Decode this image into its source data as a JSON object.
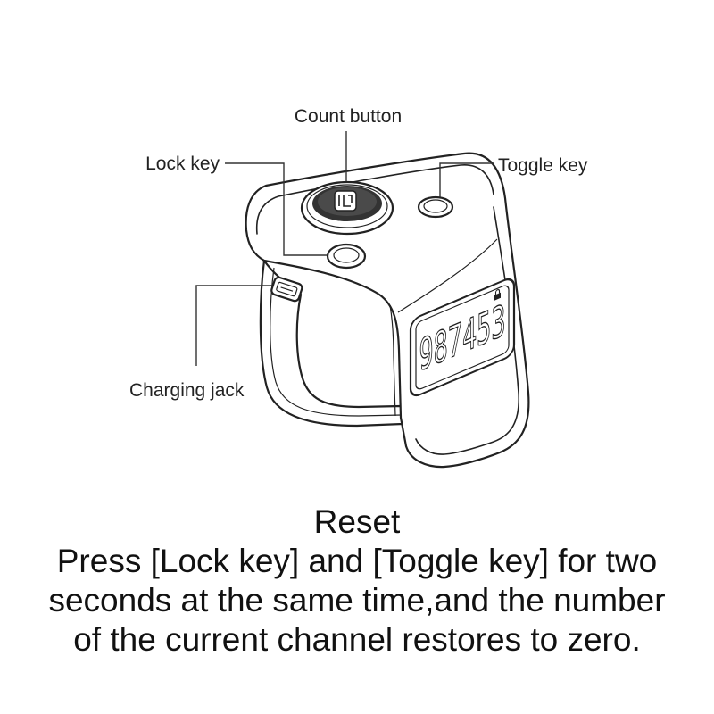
{
  "labels": {
    "count_button": "Count button",
    "lock_key": "Lock key",
    "toggle_key": "Toggle key",
    "charging_jack": "Charging jack"
  },
  "display": {
    "reading": "987453",
    "status_icon": "lock-icon"
  },
  "icons": {
    "count_button_logo": "counter-logo-icon"
  },
  "instructions": {
    "title": "Reset",
    "lines": [
      "Press [Lock key] and [Toggle key] for two",
      "seconds at the same time,and the number",
      "of the current channel restores to zero."
    ]
  },
  "colors": {
    "ink": "#222222",
    "background": "#ffffff",
    "button_cap": "#333333"
  }
}
